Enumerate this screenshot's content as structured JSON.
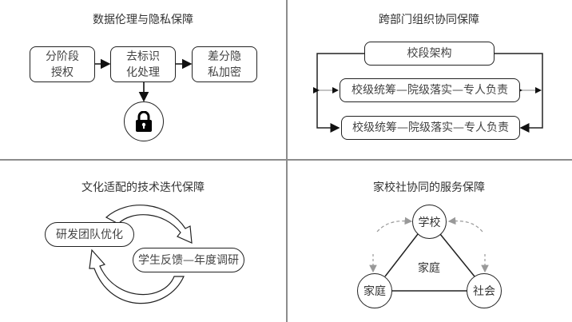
{
  "q1": {
    "title": "数据伦理与隐私保障",
    "steps": [
      "分阶段\n授权",
      "去标识\n化处理",
      "差分隐\n私加密"
    ],
    "steps_lines": [
      [
        "分阶段",
        "授权"
      ],
      [
        "去标识",
        "化处理"
      ],
      [
        "差分隐",
        "私加密"
      ]
    ],
    "icon": "lock-icon"
  },
  "q2": {
    "title": "跨部门组织协同保障",
    "top_box": "校段架构",
    "row1": "校级统筹—院级落实—专人负责",
    "row2": "校级统筹—院级落实—专人负责"
  },
  "q3": {
    "title": "文化适配的技术迭代保障",
    "node_a": "研发团队优化",
    "node_b": "学生反馈—年度调研"
  },
  "q4": {
    "title": "家校社协同的服务保障",
    "node_top": "学校",
    "node_left": "家庭",
    "node_right": "社会",
    "center_label": "家庭"
  },
  "colors": {
    "line": "#222222",
    "divider": "#8c8c8c",
    "dashed": "#999999"
  }
}
